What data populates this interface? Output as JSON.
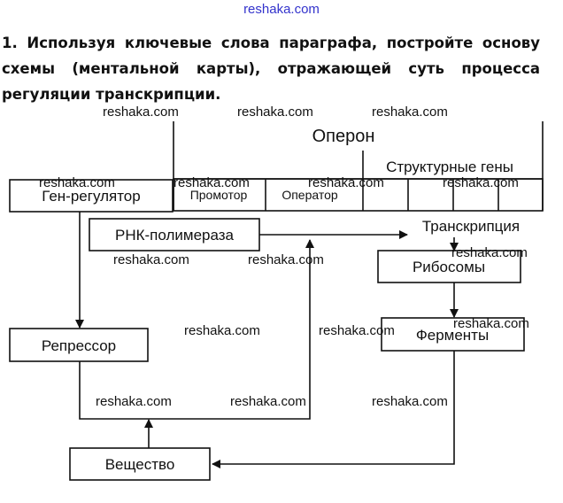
{
  "watermark": "reshaka.com",
  "task": {
    "line1": "1. Используя ключевые слова параграфа, постройте основу",
    "line2": "схемы (ментальной карты), отражающей суть процесса",
    "line3": "регуляции транскрипции."
  },
  "diagram": {
    "operon": "Оперон",
    "structural_genes": "Структурные гены",
    "promoter": "Промотор",
    "operator": "Оператор",
    "regulator_gene": "Ген-регулятор",
    "rna_polymerase": "РНК-полимераза",
    "transcription": "Транскрипция",
    "ribosomes": "Рибосомы",
    "enzymes": "Ферменты",
    "repressor": "Репрессор",
    "substance": "Вещество"
  }
}
